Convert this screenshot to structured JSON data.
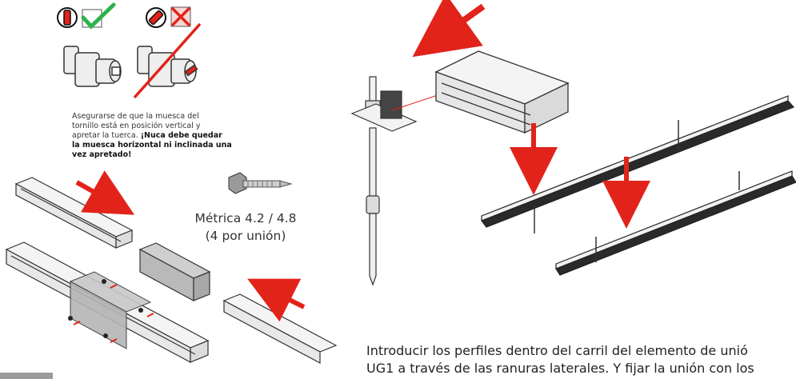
{
  "note": {
    "line1": "Asegurarse de que la muesca del",
    "line2": "tornillo está en posición vertical y",
    "line3_prefix": "apretar la tuerca. ",
    "line3_bold": "¡Nuca debe quedar",
    "line4_bold": "la muesca horizontal ni inclinada una",
    "line5_bold": "vez apretado!"
  },
  "screw_spec": {
    "metric": "Métrica 4.2 / 4.8",
    "per_union": "(4 por unión)"
  },
  "instruction": {
    "line1": "Introducir los perfiles dentro del carril del  elemento de unió",
    "line2": "UG1 a través de las ranuras laterales. Y fijar la unión con los"
  },
  "colors": {
    "arrow": "#e2231a",
    "check": "#2db24a",
    "cross": "#e2231a",
    "rail_dark": "#2a2a2a",
    "rail_light": "#f2f2f2",
    "union": "#c8c8c8"
  },
  "icons": [
    "notch-vertical-icon",
    "checkmark-icon",
    "notch-inclined-icon",
    "cross-icon"
  ]
}
